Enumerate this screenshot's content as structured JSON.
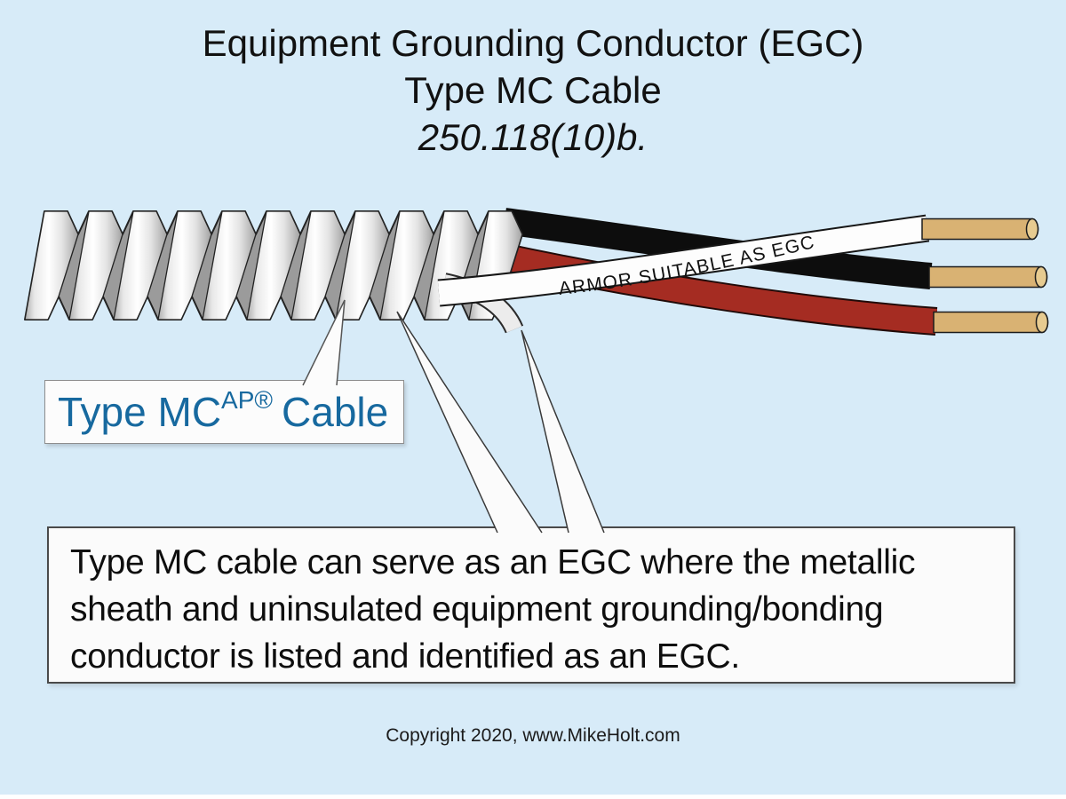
{
  "title": {
    "line1": "Equipment Grounding Conductor (EGC)",
    "line2": "Type MC Cable",
    "line3": "250.118(10)b."
  },
  "cable": {
    "armor_label": "ARMOR SUITABLE AS EGC"
  },
  "label_box": {
    "prefix": "Type MC",
    "superscript": "AP®",
    "suffix": "Cable"
  },
  "text_box": {
    "lines": [
      "Type MC cable can serve as an EGC where the metallic",
      "sheath and uninsulated equipment grounding/bonding",
      "conductor is listed and identified as an EGC."
    ]
  },
  "footer": {
    "copyright": "Copyright 2020, www.MikeHolt.com"
  },
  "colors": {
    "background": "#d7ebf8",
    "accent_blue": "#17699f",
    "black_wire": "#0d0d0d",
    "red_wire": "#a52c22",
    "white_wire": "#fdfdfd",
    "bare_conductor": "#ececec",
    "copper_tip": "#d9b273",
    "copper_tip_end": "#e7cb90",
    "armor_shadow": "#9b9b9b"
  }
}
